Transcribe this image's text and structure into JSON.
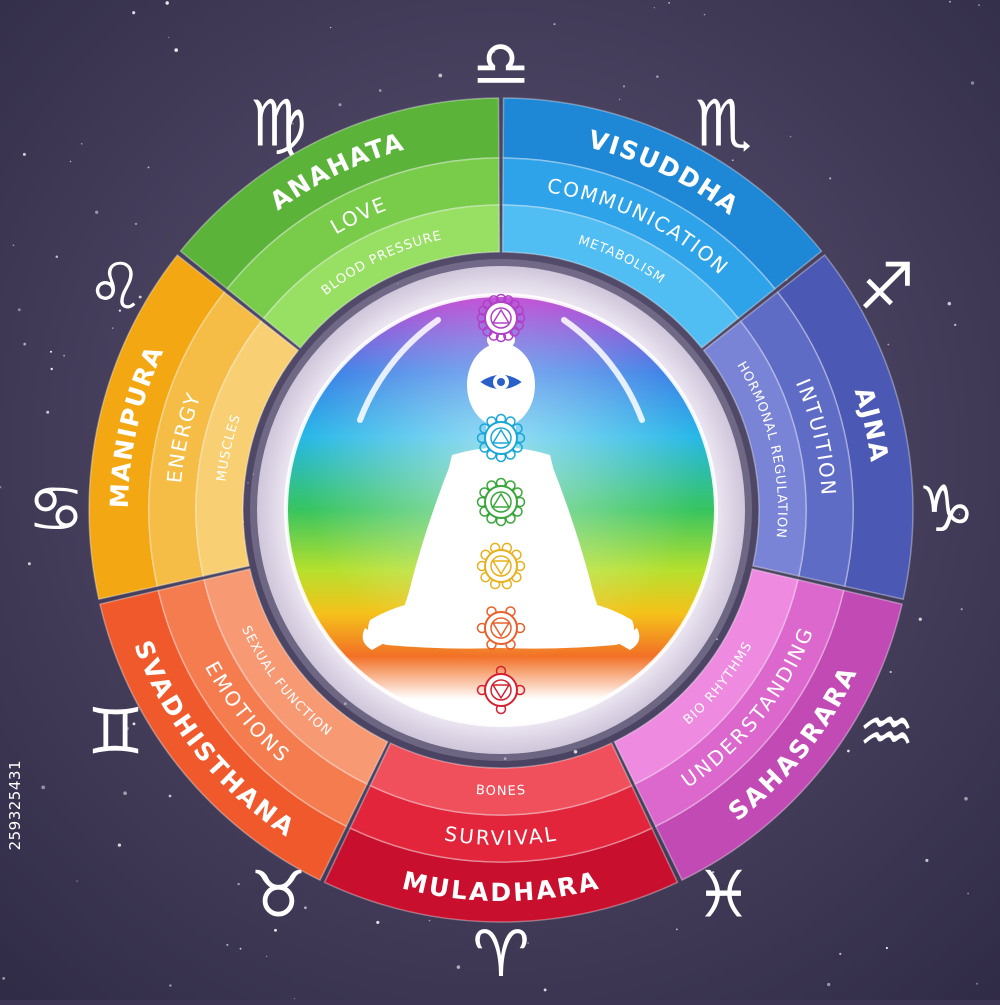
{
  "background": {
    "top": "#5a5272",
    "bottom": "#2f2a45",
    "fill_mid": "#4a4262"
  },
  "stock_id": "259325431",
  "zodiac_signs": [
    {
      "name": "libra",
      "glyph": "♎"
    },
    {
      "name": "scorpio",
      "glyph": "♏"
    },
    {
      "name": "sagittarius",
      "glyph": "♐"
    },
    {
      "name": "capricorn",
      "glyph": "♑"
    },
    {
      "name": "aquarius",
      "glyph": "♒"
    },
    {
      "name": "pisces",
      "glyph": "♓"
    },
    {
      "name": "aries",
      "glyph": "♈"
    },
    {
      "name": "taurus",
      "glyph": "♉"
    },
    {
      "name": "gemini",
      "glyph": "♊"
    },
    {
      "name": "cancer",
      "glyph": "♋"
    },
    {
      "name": "leo",
      "glyph": "♌"
    },
    {
      "name": "virgo",
      "glyph": "♍"
    }
  ],
  "chakras": [
    {
      "key": "visuddha",
      "name": "VISUDDHA",
      "quality": "COMMUNICATION",
      "function": "METABOLISM",
      "colors": {
        "outer": "#1e87d6",
        "middle": "#2ea3ea",
        "inner": "#50bdf3"
      }
    },
    {
      "key": "ajna",
      "name": "AJNA",
      "quality": "INTUITION",
      "function": "HORMONAL REGULATION",
      "colors": {
        "outer": "#4b58b4",
        "middle": "#5f6cc6",
        "inner": "#7a84d6"
      }
    },
    {
      "key": "sahasrara",
      "name": "SAHASRARA",
      "quality": "UNDERSTANDING",
      "function": "BIO RHYTHMS",
      "colors": {
        "outer": "#c24ab4",
        "middle": "#dc67cd",
        "inner": "#ee8be0"
      }
    },
    {
      "key": "muladhara",
      "name": "MULADHARA",
      "quality": "SURVIVAL",
      "function": "BONES",
      "colors": {
        "outer": "#c8102e",
        "middle": "#e3253c",
        "inner": "#f0505c"
      }
    },
    {
      "key": "svadhisthana",
      "name": "SVADHISTHANA",
      "quality": "EMOTIONS",
      "function": "SEXUAL FUNCTION",
      "colors": {
        "outer": "#f0592c",
        "middle": "#f47c4f",
        "inner": "#f79a74"
      }
    },
    {
      "key": "manipura",
      "name": "MANIPURA",
      "quality": "ENERGY",
      "function": "MUSCLES",
      "colors": {
        "outer": "#f3a712",
        "middle": "#f5bd45",
        "inner": "#f8d073"
      }
    },
    {
      "key": "anahata",
      "name": "ANAHATA",
      "quality": "LOVE",
      "function": "BLOOD PRESSURE",
      "colors": {
        "outer": "#5bb339",
        "middle": "#79cc4a",
        "inner": "#97e064"
      }
    }
  ],
  "center": {
    "gradient": [
      "#c23fd0",
      "#3a7fe6",
      "#27b8e8",
      "#37c45f",
      "#b6e02e",
      "#f5c21a",
      "#f27026",
      "#ffffff"
    ],
    "symbol_colors": [
      "#b040c8",
      "#2a5fc8",
      "#1aa7d8",
      "#3aa63c",
      "#e8b01a",
      "#e8602a",
      "#d42030"
    ]
  }
}
